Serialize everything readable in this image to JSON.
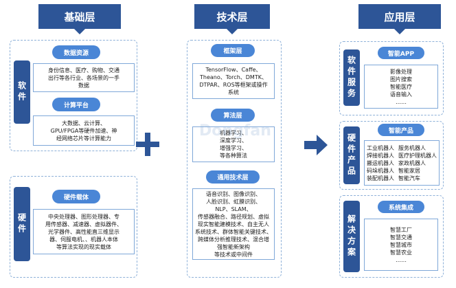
{
  "headers": {
    "basic": "基础层",
    "tech": "技术层",
    "app": "应用层"
  },
  "basic": {
    "software_tab": "软件",
    "hardware_tab": "硬件",
    "data_resources": {
      "title": "数据资源",
      "text": [
        "身份信息、医疗、购物、交通",
        "出行等各行业、各场景的一手",
        "数据"
      ]
    },
    "compute": {
      "title": "计算平台",
      "text": [
        "大数据、云计算、",
        "GPU/FPGA等硬件加速、神",
        "经网络芯片等计算能力"
      ]
    },
    "hardware": {
      "title": "硬件载体",
      "text": [
        "中央处理器、图形处理器、专",
        "用传感器、减速器、虚拟器件、",
        "光学器件、高性能直三维显示",
        "器、伺服电机、、机器人本体",
        "等算法实现的现实载体"
      ]
    }
  },
  "tech": {
    "framework": {
      "title": "框架层",
      "text": [
        "TensorFlow、Caffe、",
        "Theano、Torch、DMTK、",
        "DTPAR、ROS等框架或操作",
        "系统"
      ]
    },
    "algorithm": {
      "title": "算法层",
      "text": [
        "机器学习、",
        "深度学习、",
        "增强学习、",
        "等各种算法"
      ]
    },
    "general": {
      "title": "通用技术层",
      "text": [
        "语音识别、图像识别、",
        "人脸识别、虹膜识别、",
        "NLP、SLAM、",
        "传感器融合、路径规划、虚拟",
        "现实智能建模技术、自主无人",
        "系统技术、群体智能关键技术、",
        "跨媒体分析推理技术、混合增",
        "强智能新架构",
        "等技术或中间件"
      ]
    }
  },
  "app": {
    "software_tab": "软件服务",
    "hardware_tab": "硬件产品",
    "solution_tab": "解决方案",
    "smart_app": {
      "title": "智能APP",
      "text": [
        "影像处理",
        "图片搜索",
        "智能医疗",
        "语音输入",
        "……"
      ]
    },
    "smart_products": {
      "title": "智能产品",
      "left": [
        "工业机器人",
        "焊接机器人",
        "搬运机器人",
        "码垛机器人",
        "装配机器人"
      ],
      "right": [
        "服务机器人",
        "医疗护理机器人",
        "家政机器人",
        "智能家居",
        "智能汽车"
      ]
    },
    "integration": {
      "title": "系统集成",
      "text": [
        "智慧工厂",
        "智慧交通",
        "智慧城市",
        "智慧农业",
        "……"
      ]
    }
  },
  "watermark": "Dongfan"
}
